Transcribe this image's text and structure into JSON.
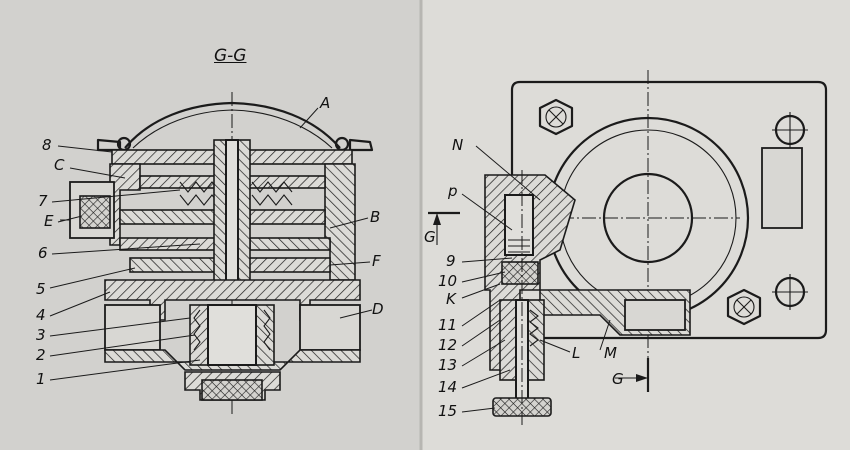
{
  "section_title": "G-G",
  "callouts": {
    "A": "A",
    "B": "B",
    "C": "C",
    "D": "D",
    "E": "E",
    "F": "F",
    "N": "N",
    "P": "p",
    "K": "K",
    "L": "L",
    "M": "M",
    "n1": "1",
    "n2": "2",
    "n3": "3",
    "n4": "4",
    "n5": "5",
    "n6": "6",
    "n7": "7",
    "n8": "8",
    "n9": "9",
    "n10": "10",
    "n11": "11",
    "n12": "12",
    "n13": "13",
    "n14": "14",
    "n15": "15"
  },
  "section_marks": {
    "top": "G",
    "bottom": "G"
  },
  "colors": {
    "ink": "#1b1b1b",
    "paper": "#d2d1ce"
  }
}
